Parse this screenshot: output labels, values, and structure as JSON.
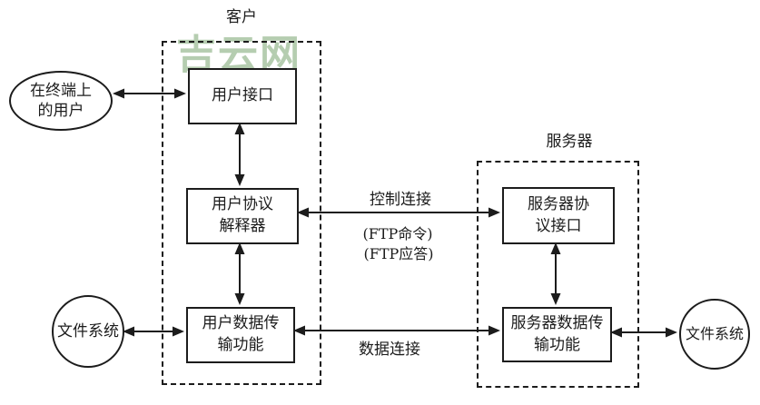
{
  "background": "#ffffff",
  "line_color": "#1c1c1c",
  "watermark": {
    "text": "吉云网",
    "color": "#b5cdb0"
  },
  "client": {
    "label": "客户",
    "nodes": {
      "user_interface": "用户接口",
      "protocol_interpreter": "用户协议\n解释器",
      "data_transfer": "用户数据传\n输功能"
    }
  },
  "server": {
    "label": "服务器",
    "nodes": {
      "protocol_interface": "服务器协\n议接口",
      "data_transfer": "服务器数据传\n输功能"
    }
  },
  "external": {
    "terminal_user": "在终端上\n的用户",
    "file_system_left": "文件系统",
    "file_system_right": "文件系统"
  },
  "connections": {
    "control": {
      "label": "控制连接",
      "detail_1": "(FTP命令)",
      "detail_2": "(FTP应答)"
    },
    "data": {
      "label": "数据连接"
    }
  }
}
